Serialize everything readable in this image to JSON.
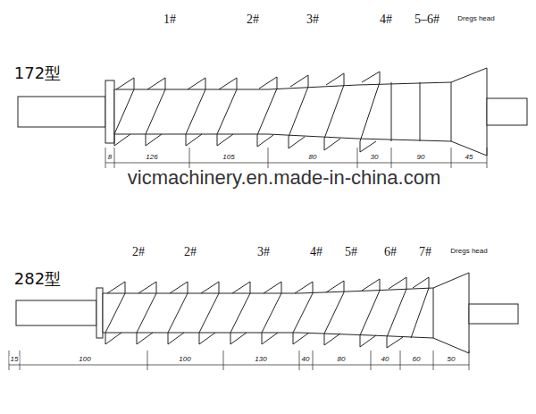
{
  "diagram": {
    "labels": [
      "1#",
      "2#",
      "3#",
      "4#",
      "5–6#",
      "Dregs head",
      "172型",
      "8",
      "126",
      "105",
      "80",
      "30",
      "90",
      "45",
      "vicmachinery.en.made-in-china.com",
      "2#",
      "2#",
      "3#",
      "4#",
      "5#",
      "6#",
      "7#",
      "Dregs head",
      "282型",
      "15",
      "100",
      "100",
      "130",
      "40",
      "80",
      "40",
      "60",
      "50"
    ]
  }
}
